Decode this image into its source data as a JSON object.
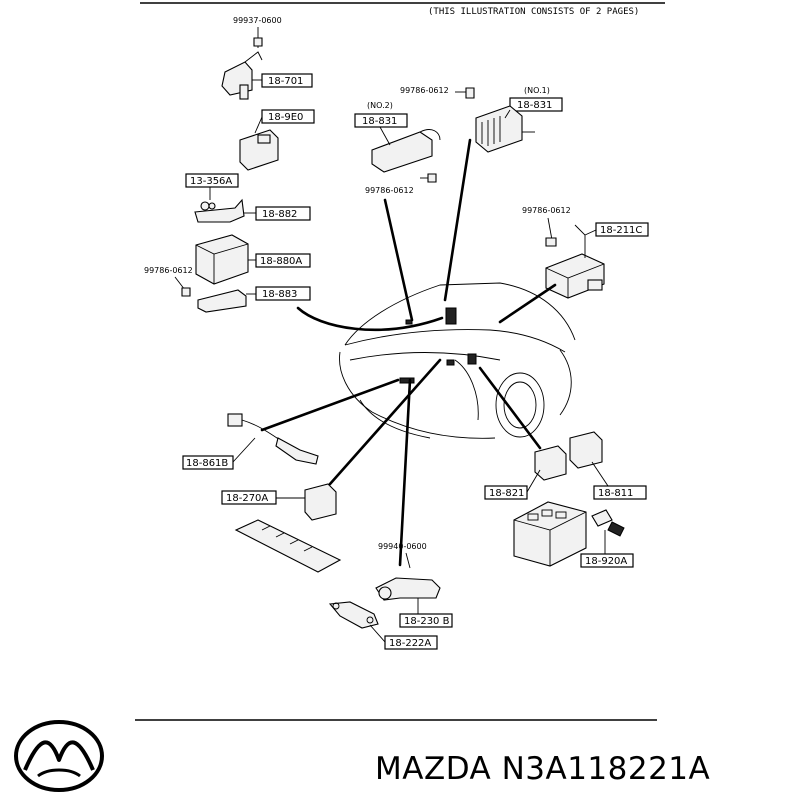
{
  "header": {
    "note": "(THIS ILLUSTRATION CONSISTS OF  2 PAGES)"
  },
  "callouts": {
    "p18_701": "18-701",
    "p18_9e0": "18-9E0",
    "p13_356a": "13-356A",
    "p18_882": "18-882",
    "p18_880a": "18-880A",
    "p18_883": "18-883",
    "p18_831_no2": "18-831",
    "p18_831_no1": "18-831",
    "p18_211c": "18-211C",
    "p18_861b": "18-861B",
    "p18_270a": "18-270A",
    "p18_821": "18-821",
    "p18_811": "18-811",
    "p18_920a": "18-920A",
    "p18_230b": "18-230 B",
    "p18_222a": "18-222A"
  },
  "variants": {
    "no2": "(NO.2)",
    "no1": "(NO.1)"
  },
  "fasteners": {
    "f99937": "99937-0600",
    "f99786_top": "99786-0612",
    "f99786_mid": "99786-0612",
    "f99786_right": "99786-0612",
    "f99786_left": "99786-0612",
    "f99940": "99940-0600"
  },
  "footer": {
    "brand_logo": "mazda-logo-icon",
    "part_label": "MAZDA N3A118221A"
  }
}
